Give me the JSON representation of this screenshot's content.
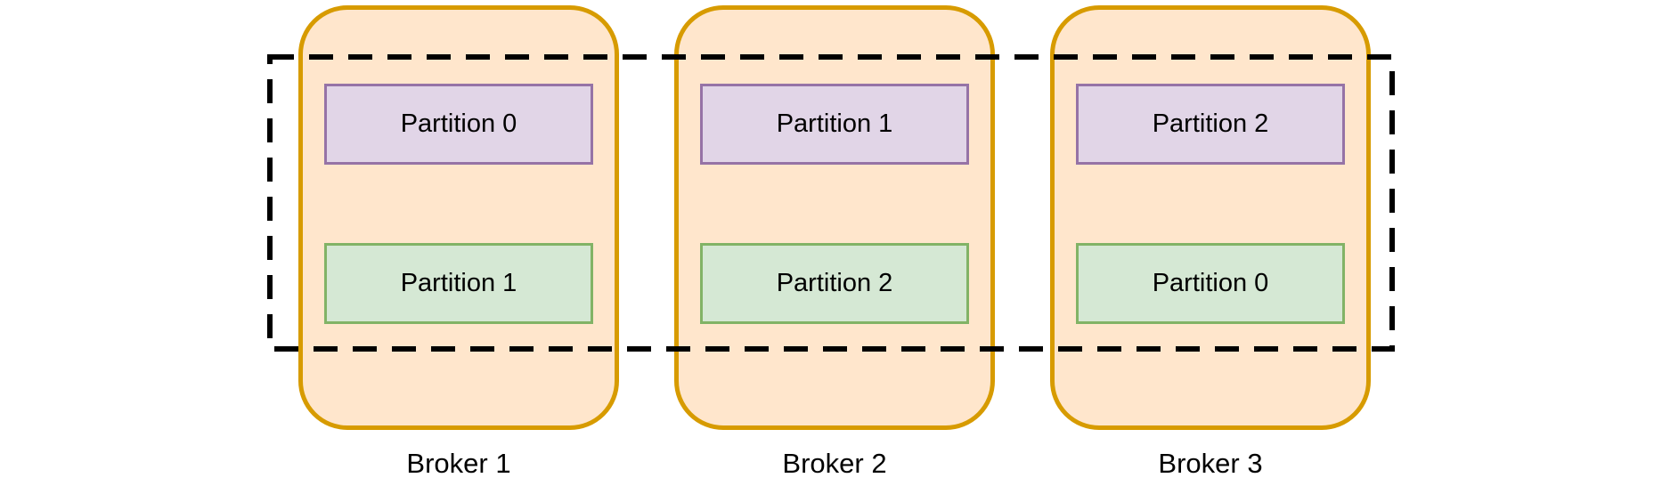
{
  "diagram": {
    "brokers": [
      {
        "label": "Broker 1",
        "partitions": [
          {
            "label": "Partition 0"
          },
          {
            "label": "Partition 1"
          }
        ]
      },
      {
        "label": "Broker 2",
        "partitions": [
          {
            "label": "Partition 1"
          },
          {
            "label": "Partition 2"
          }
        ]
      },
      {
        "label": "Broker 3",
        "partitions": [
          {
            "label": "Partition 2"
          },
          {
            "label": "Partition 0"
          }
        ]
      }
    ],
    "colors": {
      "broker_fill": "#FFE6CC",
      "broker_stroke": "#D79B00",
      "partition_top_fill": "#E1D5E7",
      "partition_top_stroke": "#9673A6",
      "partition_bottom_fill": "#D5E8D4",
      "partition_bottom_stroke": "#82B366",
      "dashed_box_stroke": "#000000",
      "background": "#FFFFFF"
    }
  }
}
